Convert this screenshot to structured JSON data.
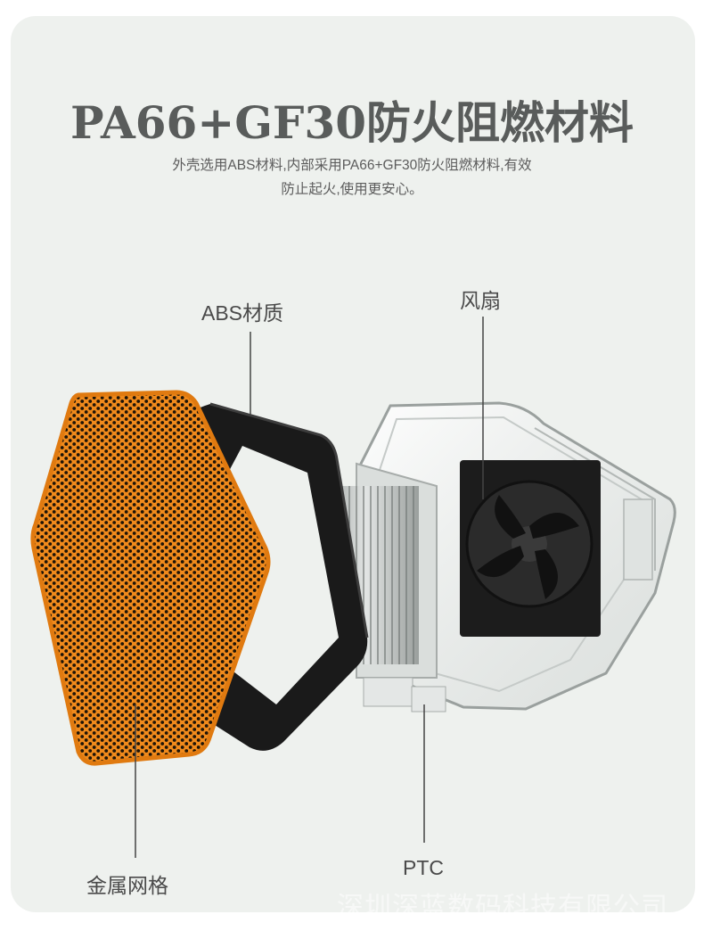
{
  "heading": {
    "title": "PA66+GF30防火阻燃材料",
    "subtitle_line1": "外壳选用ABS材料,内部采用PA66+GF30防火阻燃材料,有效",
    "subtitle_line2": "防止起火,使用更安心。"
  },
  "callouts": {
    "abs": "ABS材质",
    "fan": "风扇",
    "mesh": "金属网格",
    "ptc": "PTC"
  },
  "watermark": "深圳深蓝数码科技有限公司",
  "colors": {
    "background": "#eef1ee",
    "title": "#595c5b",
    "mesh_orange": "#f08a1c",
    "frame": "#1a1a1a"
  }
}
